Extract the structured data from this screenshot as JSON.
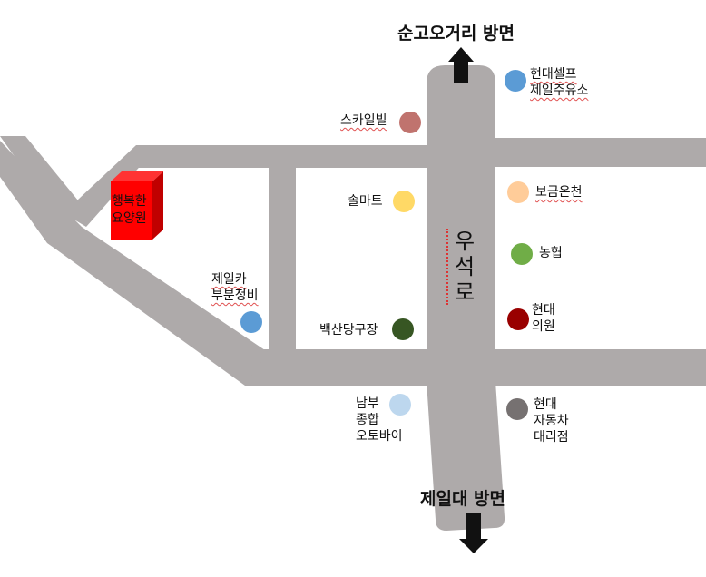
{
  "directions": {
    "north": "순고오거리 방면",
    "south": "제일대 방면"
  },
  "road_name": [
    "우",
    "석",
    "로"
  ],
  "destination": {
    "line1": "행복한",
    "line2": "요양원",
    "color": "#ff0000"
  },
  "places": [
    {
      "id": "hyundai-self-gas",
      "lines": [
        "현대셀프",
        "제일주유소"
      ],
      "color": "#5b9bd5"
    },
    {
      "id": "skyvill",
      "lines": [
        "스카일빌"
      ],
      "color": "#c0736e"
    },
    {
      "id": "sol-mart",
      "lines": [
        "솔마트"
      ],
      "color": "#ffd966"
    },
    {
      "id": "bogeum-oncheon",
      "lines": [
        "보금온천"
      ],
      "color": "#ffcc99"
    },
    {
      "id": "nonghyup",
      "lines": [
        "농협"
      ],
      "color": "#70ad47"
    },
    {
      "id": "hyundai-clinic",
      "lines": [
        "현대",
        "의원"
      ],
      "color": "#990000"
    },
    {
      "id": "baeksandang",
      "lines": [
        "백산당구장"
      ],
      "color": "#375623"
    },
    {
      "id": "jeil-car",
      "lines": [
        "제일카",
        "부분정비"
      ],
      "color": "#5b9bd5"
    },
    {
      "id": "nambu-motorbike",
      "lines": [
        "남부",
        "종합",
        "오토바이"
      ],
      "color": "#bdd7ee"
    },
    {
      "id": "hyundai-car",
      "lines": [
        "현대",
        "자동차",
        "대리점"
      ],
      "color": "#767171"
    }
  ],
  "colors": {
    "road": "#aeaaaa",
    "arrow": "#111111"
  }
}
